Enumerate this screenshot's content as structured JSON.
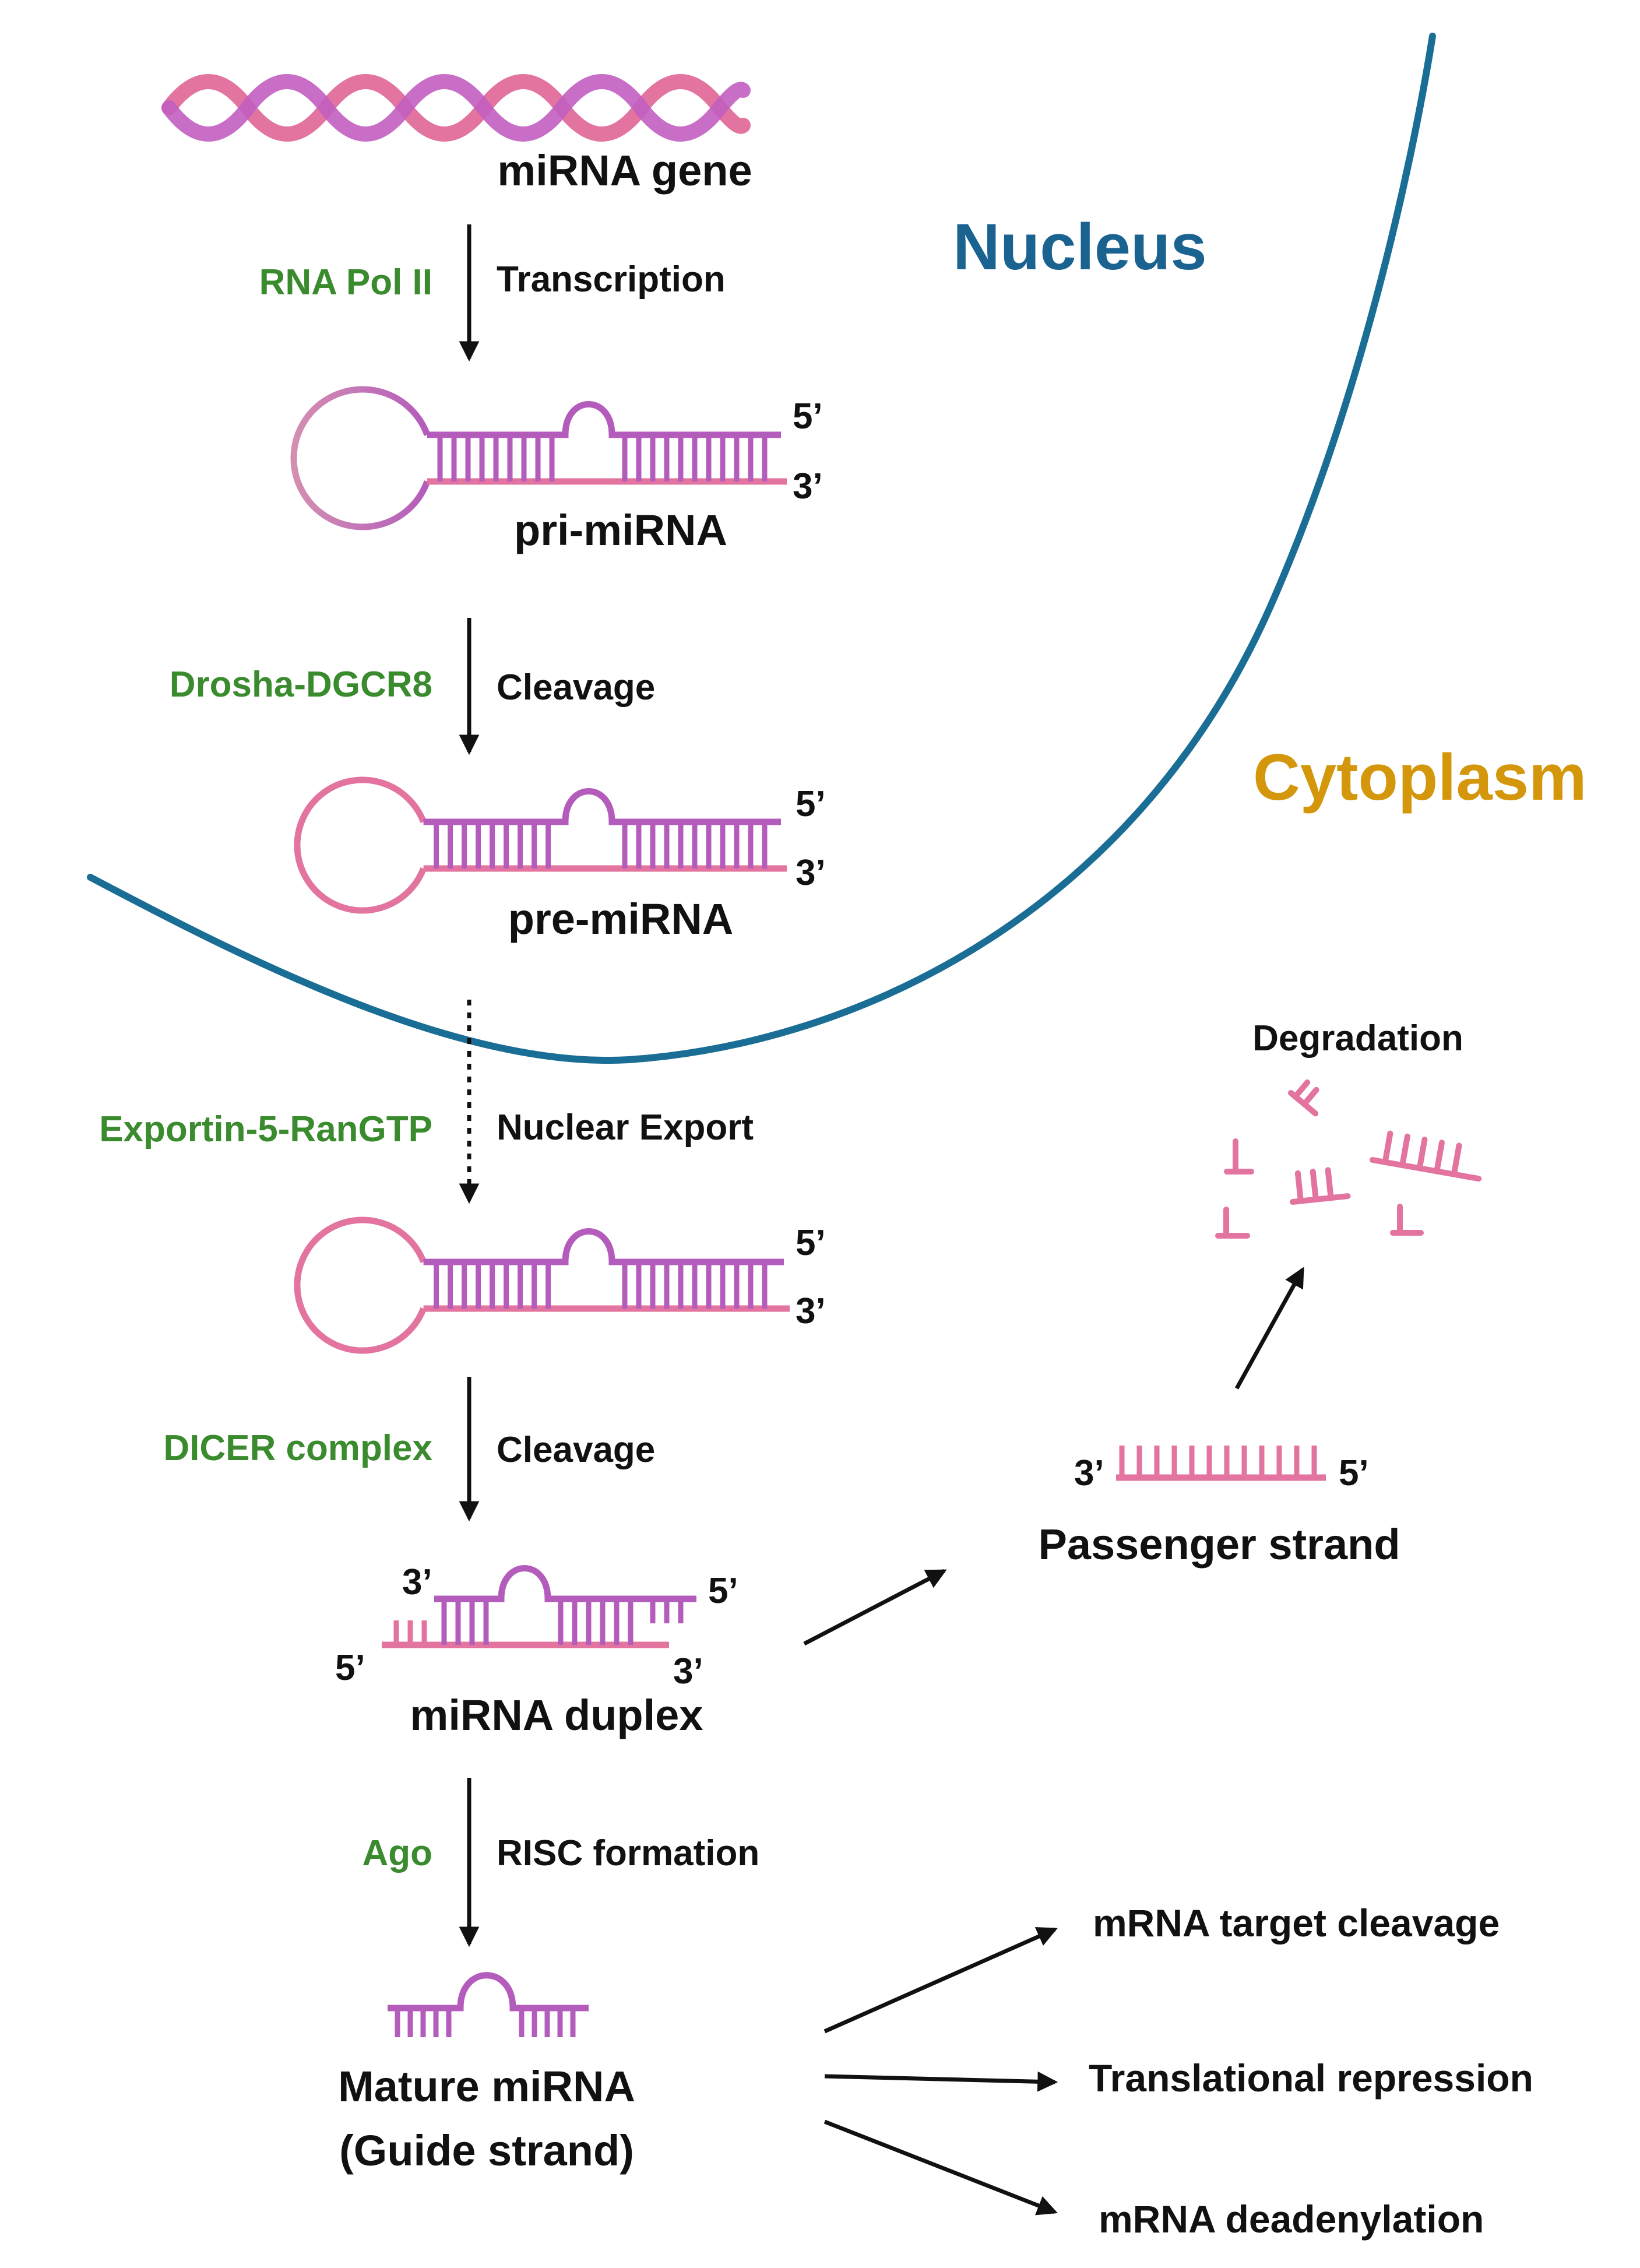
{
  "regions": {
    "nucleus": "Nucleus",
    "cytoplasm": "Cytoplasm",
    "nucleus_color": "#1a628f",
    "cytoplasm_color": "#d4960a",
    "membrane_color": "#1a6d94"
  },
  "colors": {
    "enzyme": "#3a8a2e",
    "rna_pink": "#e2749f",
    "rna_magenta": "#b35cbc",
    "loop_light": "#d48fb0",
    "arrow": "#111111"
  },
  "stages": {
    "gene": "miRNA gene",
    "pri": "pri-miRNA",
    "pre": "pre-miRNA",
    "duplex": "miRNA duplex",
    "mature_line1": "Mature miRNA",
    "mature_line2": "(Guide strand)"
  },
  "steps": [
    {
      "enzyme": "RNA Pol II",
      "process": "Transcription"
    },
    {
      "enzyme": "Drosha-DGCR8",
      "process": "Cleavage"
    },
    {
      "enzyme": "Exportin-5-RanGTP",
      "process": "Nuclear Export"
    },
    {
      "enzyme": "DICER complex",
      "process": "Cleavage"
    },
    {
      "enzyme": "Ago",
      "process": "RISC formation"
    }
  ],
  "ends": {
    "five": "5’",
    "three": "3’"
  },
  "passenger": {
    "label": "Passenger strand",
    "degradation": "Degradation"
  },
  "outcomes": [
    "mRNA target cleavage",
    "Translational repression",
    "mRNA deadenylation"
  ]
}
